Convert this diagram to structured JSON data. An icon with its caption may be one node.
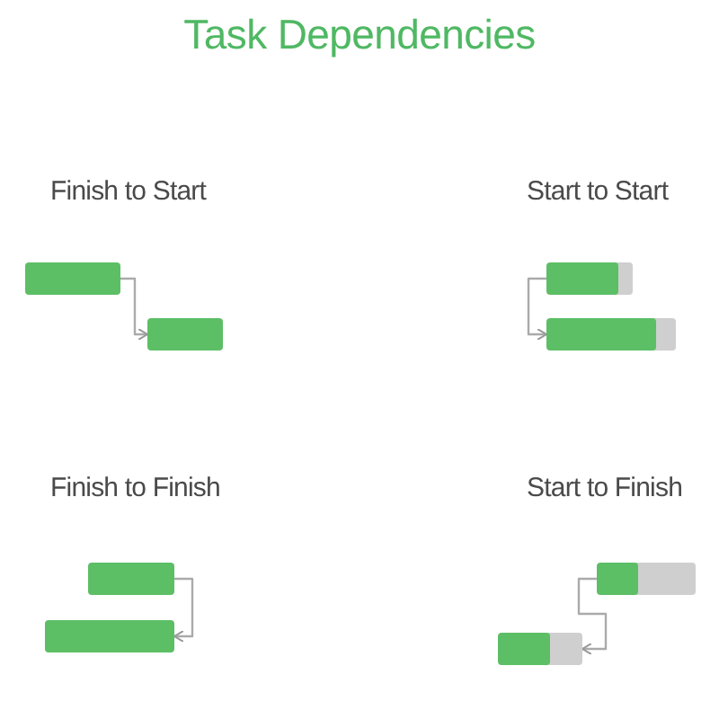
{
  "diagram": {
    "title": "Task Dependencies",
    "nodes": [
      {
        "text": [],
        "shape": "bar"
      },
      {
        "text": [],
        "shape": "bar"
      },
      {
        "text": [],
        "shape": "bar"
      },
      {
        "text": [],
        "shape": "bar"
      },
      {
        "text": [],
        "shape": "bar"
      },
      {
        "text": [],
        "shape": "bar"
      },
      {
        "text": [],
        "shape": "bar"
      },
      {
        "text": [],
        "shape": "bar"
      }
    ],
    "edges": [
      {
        "from": 0,
        "to": 1,
        "arrow": "to"
      },
      {
        "from": 2,
        "to": 3,
        "arrow": "to"
      },
      {
        "from": 4,
        "to": 5,
        "arrow": "to"
      },
      {
        "from": 6,
        "to": 7,
        "arrow": "to"
      }
    ],
    "labels": [
      "Finish to Start",
      "Start to Start",
      "Finish to Finish",
      "Start to Finish"
    ]
  }
}
